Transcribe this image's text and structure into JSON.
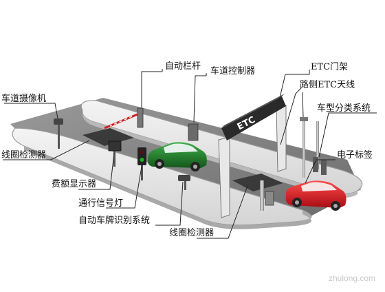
{
  "labels": {
    "auto_barrier": "自动栏杆",
    "lane_controller": "车道控制器",
    "etc_gantry": "ETC门架",
    "roadside_etc_antenna": "路侧ETC天线",
    "lane_camera": "车道摄像机",
    "vehicle_classification": "车型分类系统",
    "loop_detector_left": "线圈检测器",
    "electronic_tag": "电子标签",
    "fee_display": "费额显示器",
    "traffic_signal": "通行信号灯",
    "plate_recognition": "自动车牌识别系统",
    "loop_detector_bottom": "线圈检测器"
  },
  "gantry_text": "ETC",
  "watermark": "zhulong.com",
  "colors": {
    "road": "#7c7c7c",
    "island": "#e6e6e6",
    "island_edge": "#9a9a9a",
    "green_car": "#1f7a2a",
    "red_car": "#d8141f",
    "signal_green": "#16b020"
  }
}
